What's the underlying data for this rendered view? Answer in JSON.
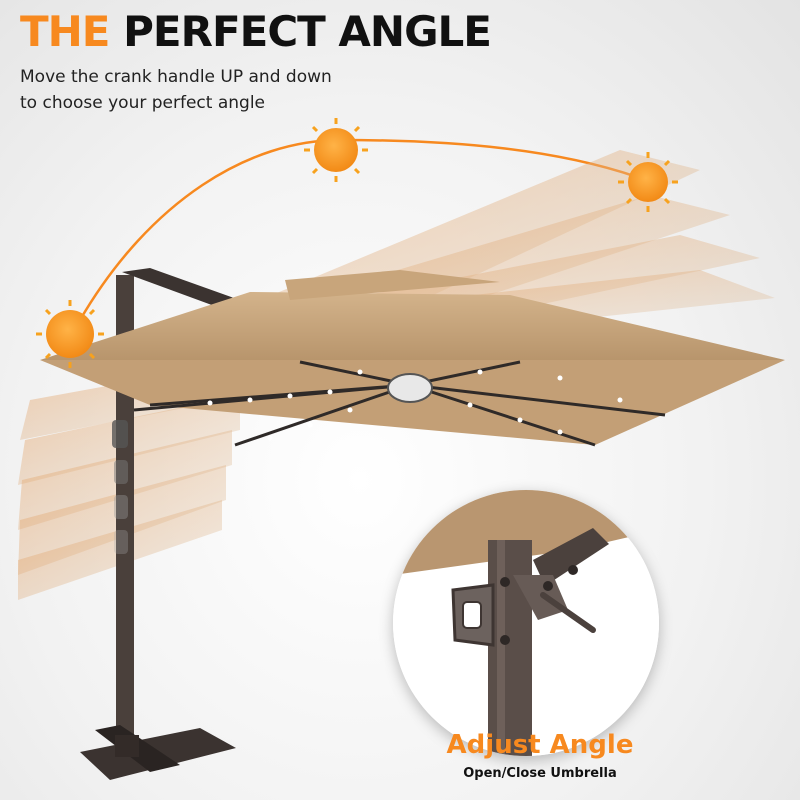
{
  "headline": {
    "accent": "THE",
    "rest": "PERFECT ANGLE"
  },
  "subtitle": {
    "line1": "Move the crank handle UP and down",
    "line2": "to choose your perfect angle"
  },
  "inset": {
    "title": "Adjust Angle",
    "subtitle": "Open/Close Umbrella"
  },
  "colors": {
    "accent": "#f7891f",
    "canopy": "#c9a77f",
    "frame": "#3b3330",
    "sun": "#f7931e"
  }
}
